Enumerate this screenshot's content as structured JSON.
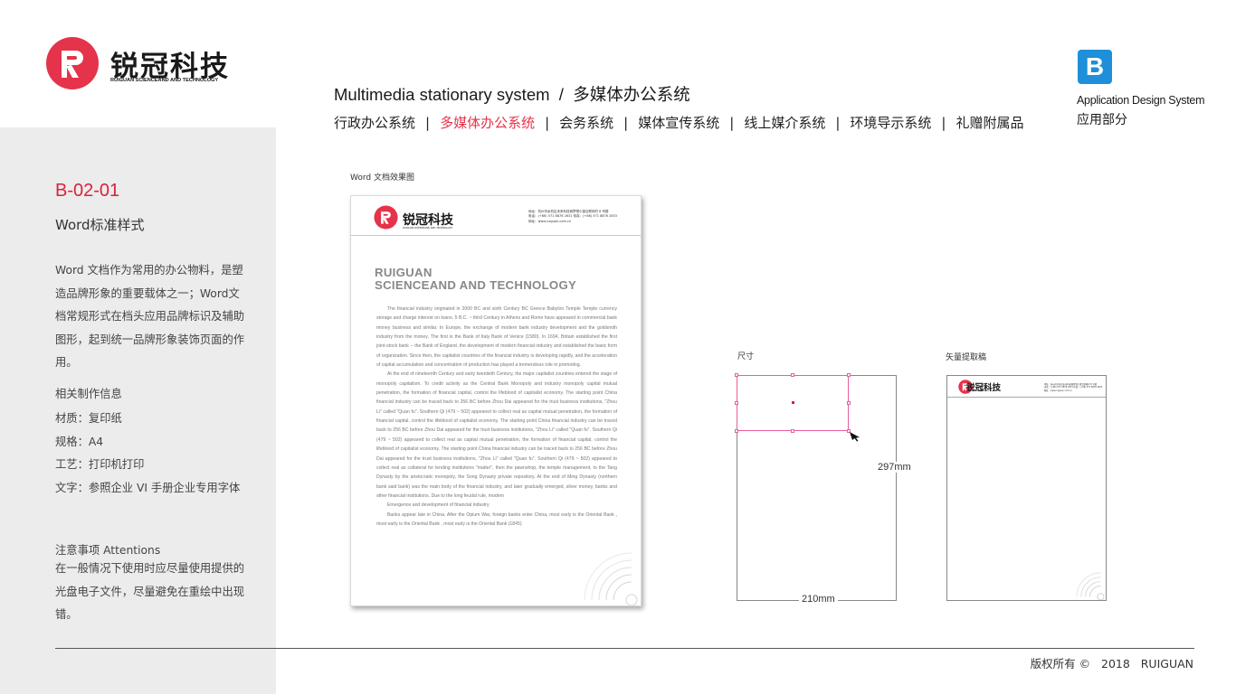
{
  "brand": {
    "name_cn": "锐冠科技",
    "name_en": "RUIGUAN SCIENCEAND AND TECHNOLOGY",
    "accent": "#e5334b",
    "logo_letter": "R"
  },
  "header": {
    "title": "Multimedia stationary system  /  多媒体办公系统",
    "nav": [
      {
        "label": "行政办公系统",
        "active": false
      },
      {
        "label": "多媒体办公系统",
        "active": true
      },
      {
        "label": "会务系统",
        "active": false
      },
      {
        "label": "媒体宣传系统",
        "active": false
      },
      {
        "label": "线上媒介系统",
        "active": false
      },
      {
        "label": "环境导示系统",
        "active": false
      },
      {
        "label": "礼赠附属品",
        "active": false
      }
    ],
    "separator": "|"
  },
  "section_badge": {
    "letter": "B",
    "title_en": "Application Design System",
    "title_cn": "应用部分",
    "color": "#1e8fd8"
  },
  "left": {
    "code": "B-02-01",
    "subtitle": "Word标准样式",
    "description": "Word  文档作为常用的办公物料，是塑造品牌形象的重要载体之一；Word文档常规形式在档头应用品牌标识及辅助图形，起到统一品牌形象装饰页面的作用。",
    "info_title": "相关制作信息",
    "info": [
      "材质：复印纸",
      "规格：A4",
      "工艺：打印机打印",
      "文字：参照企业 VI 手册企业专用字体"
    ],
    "note_title": "注意事项 Attentions",
    "note_text": "在一般情况下使用时应尽量使用提供的光盘电子文件，尽量避免在重绘中出现错。"
  },
  "preview": {
    "label": "Word 文档效果图",
    "doc": {
      "contact_lines": [
        "地址：杭州市余杭区未来科技城梦想小镇互联网村 8 号楼",
        "电话：(+86) 571 8876 2631      传真：(+86) 571 8876 2633",
        "网址：www.ruiguan.com.cn"
      ],
      "title_line1": "RUIGUAN",
      "title_line2": "SCIENCEAND AND TECHNOLOGY",
      "paragraphs": [
        "The financial industry originated in 2000 BC and sixth Century BC Greece Babylon Temple Temple currency storage and charge interest on loans. 5 B.C. ~ third Century in Athens and Rome have appeared in commercial bank money business and similar. In Europe, the exchange of modern bank industry development and the goldsmith industry from the money. The first is the Bank of Italy Bank of Venice (1580). In 1694, Britain established the first joint-stock bank -- the Bank of England, the development of modern financial industry and established the basic form of organization. Since then, the capitalist countries of the financial industry is developing rapidly, and the acceleration of capital accumulation and concentration of production has played a tremendous role in promoting.",
        "At the end of nineteenth Century and early twentieth Century, the major capitalist countries entered the stage of monopoly capitalism. To credit activity as the Central Bank Monopoly and industry monopoly capital mutual penetration, the formation of financial capital, control the lifeblood of capitalist economy. The starting point China financial industry can be traced back to 256 BC before Zhou Dai appeared for the trust business institutions, \"Zhou Li\" called \"Quan fu\". Southern Qi (479 ~ 502) appeared to collect real as capital mutual penetration, the formation of financial capital, control the lifeblood of capitalist economy. The starting point China financial industry can be traced back to 256 BC before Zhou Dai appeared for the trust business institutions, \"Zhou Li\" called \"Quan fu\". Southern Qi (479 ~ 502) appeared to collect real as capital mutual penetration, the formation of financial capital, control the lifeblood of capitalist economy. The starting point China financial industry can be traced back to 256 BC before Zhou Dai appeared for the trust business institutions, \"Zhou Li\" called \"Quan fu\". Southern Qi (479 ~ 502) appeared to collect real as collateral for lending institutions \"matter\", then the pawnshop, the temple management, to the Tang Dynasty by the aristocratic monopoly, the Song Dynasty private repository. At the end of Ming Dynasty (northern bank said bank) was the main body of the financial industry, and later gradually emerged, silver money, banks and other financial institutions. Due to the long feudal rule, modern",
        "Emergence and development of financial industry",
        "Banks appear late in China. After the Opium War, foreign banks enter China, most early is the Oriental Bank , most early is the Oriental Bank , most early is the Oriental Bank (1845)"
      ]
    },
    "size_label": "尺寸",
    "height_label": "297mm",
    "width_label": "210mm",
    "vector_label": "矢量提取稿"
  },
  "footer": {
    "text": "版权所有 ©   2018   RUIGUAN"
  }
}
